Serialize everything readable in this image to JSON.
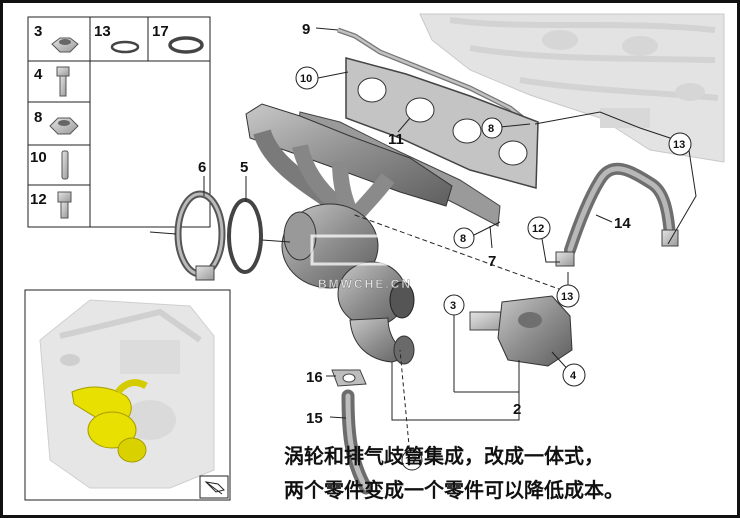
{
  "legend": {
    "items": [
      {
        "num": "3",
        "icon": "hex-nut-icon"
      },
      {
        "num": "13",
        "icon": "small-oring-icon"
      },
      {
        "num": "17",
        "icon": "large-oring-icon"
      },
      {
        "num": "4",
        "icon": "bolt-icon"
      },
      {
        "num": "8",
        "icon": "hex-nut-icon"
      },
      {
        "num": "10",
        "icon": "stud-pin-icon"
      },
      {
        "num": "12",
        "icon": "socket-screw-icon"
      }
    ]
  },
  "callouts": {
    "c9": "9",
    "c10": "10",
    "c11": "11",
    "c8a": "8",
    "c8b": "8",
    "c7": "7",
    "c6": "6",
    "c5": "5",
    "c13a": "13",
    "c13b": "13",
    "c14": "14",
    "c12": "12",
    "c3": "3",
    "c4": "4",
    "c2": "2",
    "c16": "16",
    "c15": "15",
    "c17": "17"
  },
  "watermark": {
    "text": "BMWCHE.CN"
  },
  "caption": {
    "line1": "涡轮和排气歧管集成，改成一体式，",
    "line2": "两个零件变成一个零件可以降低成本。"
  },
  "colors": {
    "highlight": "#e8e000",
    "part_gray": "#8a8a8a",
    "engine_ghost": "#d9d9d9"
  }
}
